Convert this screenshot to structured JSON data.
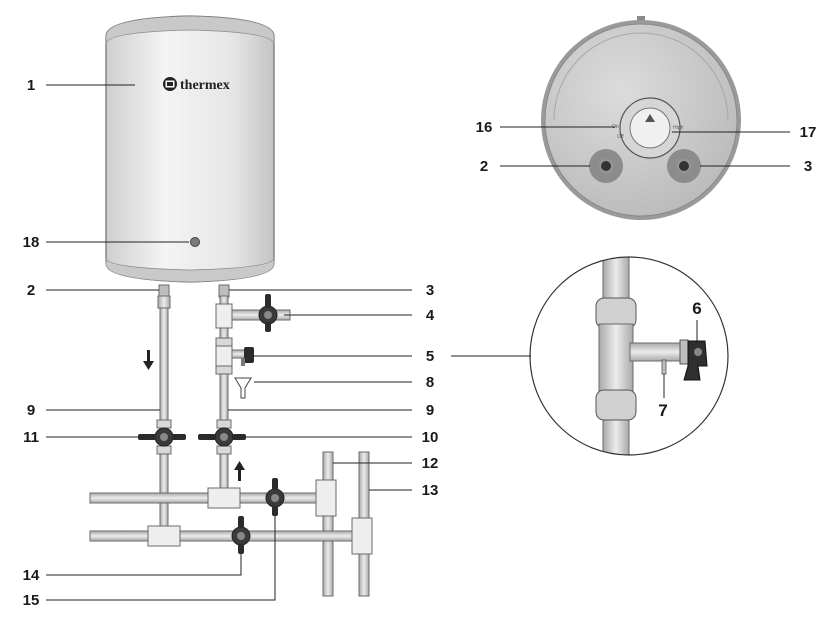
{
  "brand": {
    "name": "thermex"
  },
  "knob": {
    "on_label": "On",
    "off_label": "Off",
    "high_label": "High"
  },
  "callouts": {
    "c1": "1",
    "c2": "2",
    "c3": "3",
    "c4": "4",
    "c5": "5",
    "c6": "6",
    "c7": "7",
    "c8": "8",
    "c9": "9",
    "c10": "10",
    "c11": "11",
    "c12": "12",
    "c13": "13",
    "c14": "14",
    "c15": "15",
    "c16": "16",
    "c17": "17",
    "c18": "18"
  },
  "colors": {
    "outline": "#6b6b6b",
    "tank_body": "#e4e4e4",
    "tank_band": "#c9c9c9",
    "valve_handle": "#2b2b2b",
    "pipe": "#cfcfcf"
  }
}
